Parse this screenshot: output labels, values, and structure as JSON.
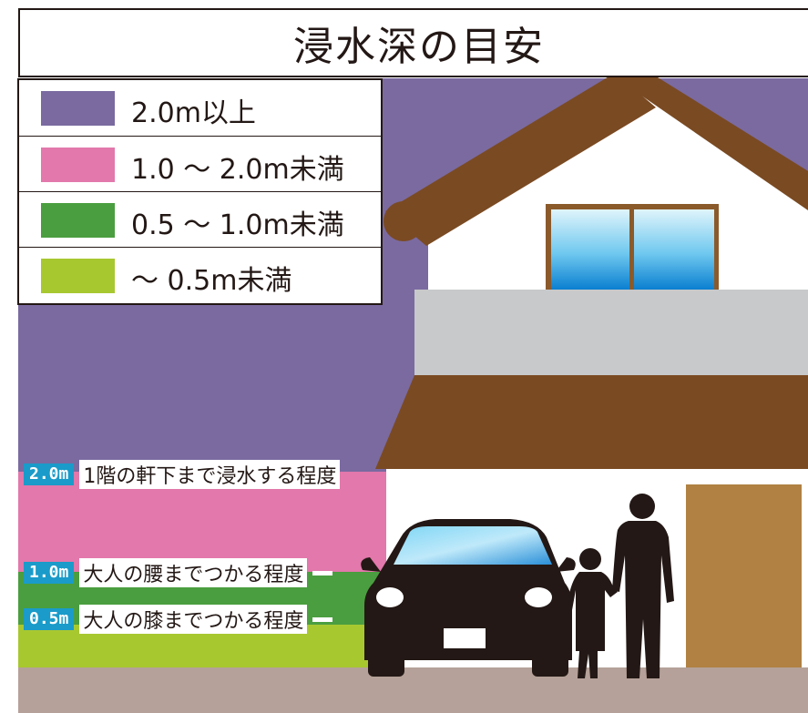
{
  "title": "浸水深の目安",
  "colors": {
    "level_2m_over": "#7a6aa0",
    "level_1_to_2m": "#e278ab",
    "level_05_to_1m": "#4a9e3f",
    "level_under_05m": "#a8c830",
    "ground": "#b5a199",
    "roof": "#7a4a22",
    "wall": "#ffffff",
    "balcony": "#c8c9ca",
    "door": "#b08142",
    "car": "#231815",
    "badge": "#1a9bc9"
  },
  "legend": [
    {
      "label": "2.0m以上",
      "color": "#7a6aa0"
    },
    {
      "label": "1.0 ～ 2.0m未満",
      "color": "#e278ab"
    },
    {
      "label": "0.5 ～ 1.0m未満",
      "color": "#4a9e3f"
    },
    {
      "label": "～ 0.5m未満",
      "color": "#a8c830"
    }
  ],
  "markers": [
    {
      "depth": "2.0m",
      "description": "1階の軒下まで浸水する程度"
    },
    {
      "depth": "1.0m",
      "description": "大人の腰までつかる程度"
    },
    {
      "depth": "0.5m",
      "description": "大人の膝までつかる程度"
    }
  ]
}
